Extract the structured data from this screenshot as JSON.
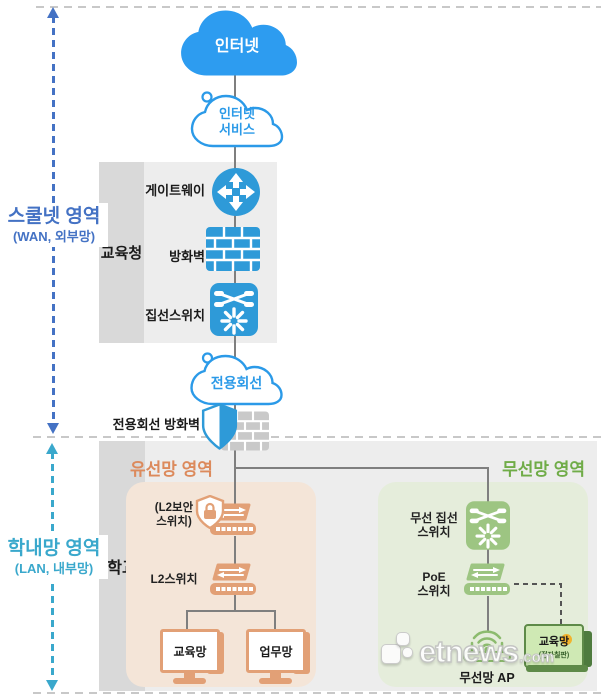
{
  "colors": {
    "blue": "#2E9AD8",
    "cloud_fill": "#2D9CF0",
    "cloud_line": "#2B9AE8",
    "navy": "#4472C4",
    "teal": "#3AA8CC",
    "orange": "#E2A076",
    "orange_text": "#DC8A5C",
    "wired_bg": "#F4E5D8",
    "green": "#9DC582",
    "green_line": "#8CBB6E",
    "green_text": "#70AC48",
    "wireless_bg": "#E5EDDB",
    "box": "#EDEDED",
    "strip": "#D9D9D9",
    "brick": "#C9C9C9",
    "line": "#7F7F7F",
    "guide": "#C8C8C8"
  },
  "left_rail": {
    "wan": {
      "title": "스쿨넷 영역",
      "subtitle": "(WAN, 외부망)"
    },
    "lan": {
      "title": "학내망 영역",
      "subtitle": "(LAN, 내부망)"
    }
  },
  "wan_section": {
    "internet": "인터넷",
    "internet_service": "인터넷\n서비스",
    "edu_office": {
      "label": "교육청",
      "gateway": "게이트웨이",
      "firewall": "방화벽",
      "agg_switch": "집선스위치"
    },
    "leased_line": "전용회선",
    "leased_firewall": "전용회선 방화벽"
  },
  "lan_section": {
    "school": "학교",
    "wired": {
      "title": "유선망 영역",
      "l2_security": "(L2보안\n스위치)",
      "l2_switch": "L2스위치",
      "pc_edu": "교육망",
      "pc_work": "업무망"
    },
    "wireless": {
      "title": "무선망 영역",
      "agg_switch": "무선 집선\n스위치",
      "poe_switch": "PoE\n스위치",
      "ap": "무선망 AP",
      "laptop": "교육망",
      "laptop_sub": "(전자칠판)"
    }
  },
  "watermark": {
    "name": "etnews",
    "tld": ".com"
  }
}
